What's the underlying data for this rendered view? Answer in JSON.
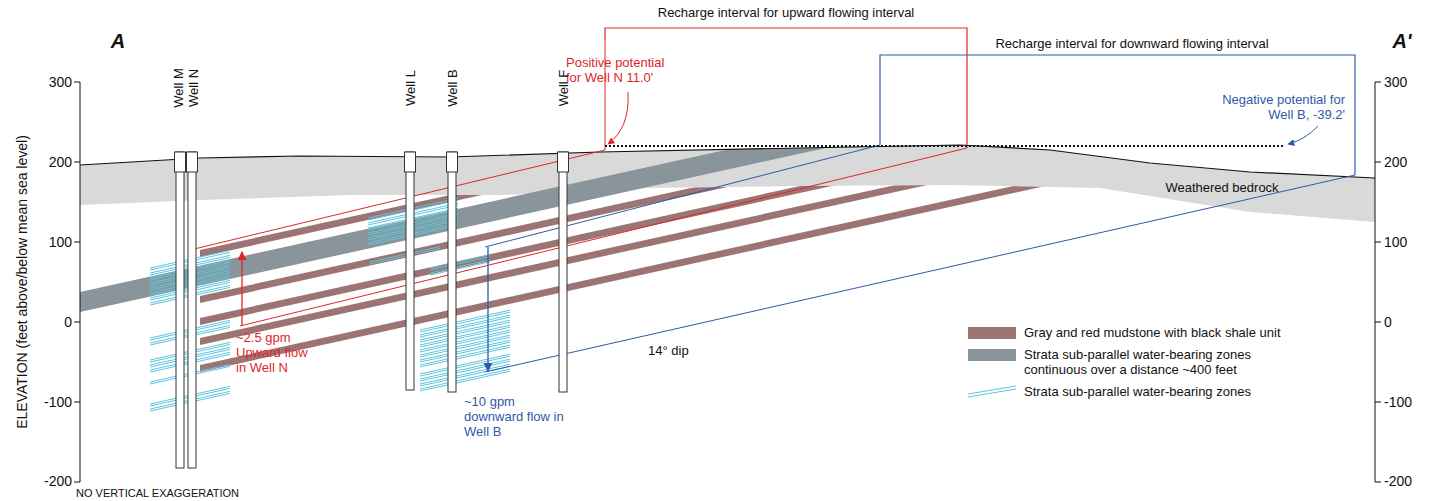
{
  "diagram": {
    "labels": [
      "A",
      "A'",
      "Recharge interval for upward flowing interval",
      "Recharge interval for downward flowing interval",
      "Positive potential for Well N 11.0'",
      "Negative potential for Well B, -39.2'",
      "Well M",
      "Well N",
      "Well L",
      "Well B",
      "Well F",
      "Weathered bedrock",
      "14° dip",
      "~2.5 gpm Upward flow in Well N",
      "~10 gpm downward flow in Well B",
      "ELEVATION (feet above/below mean sea level)",
      "300",
      "200",
      "100",
      "0",
      "-100",
      "-200",
      "300",
      "200",
      "100",
      "0",
      "-100",
      "-200",
      "NO VERTICAL EXAGGERATION"
    ],
    "legend": [
      {
        "text": "Gray and red mudstone with black shale unit",
        "color": "#9c7473"
      },
      {
        "text": "Strata sub-parallel water-bearing zones continuous over a distance ~400 feet",
        "color": "#8a959b"
      },
      {
        "text": "Strata sub-parallel water-bearing zones"
      }
    ]
  }
}
